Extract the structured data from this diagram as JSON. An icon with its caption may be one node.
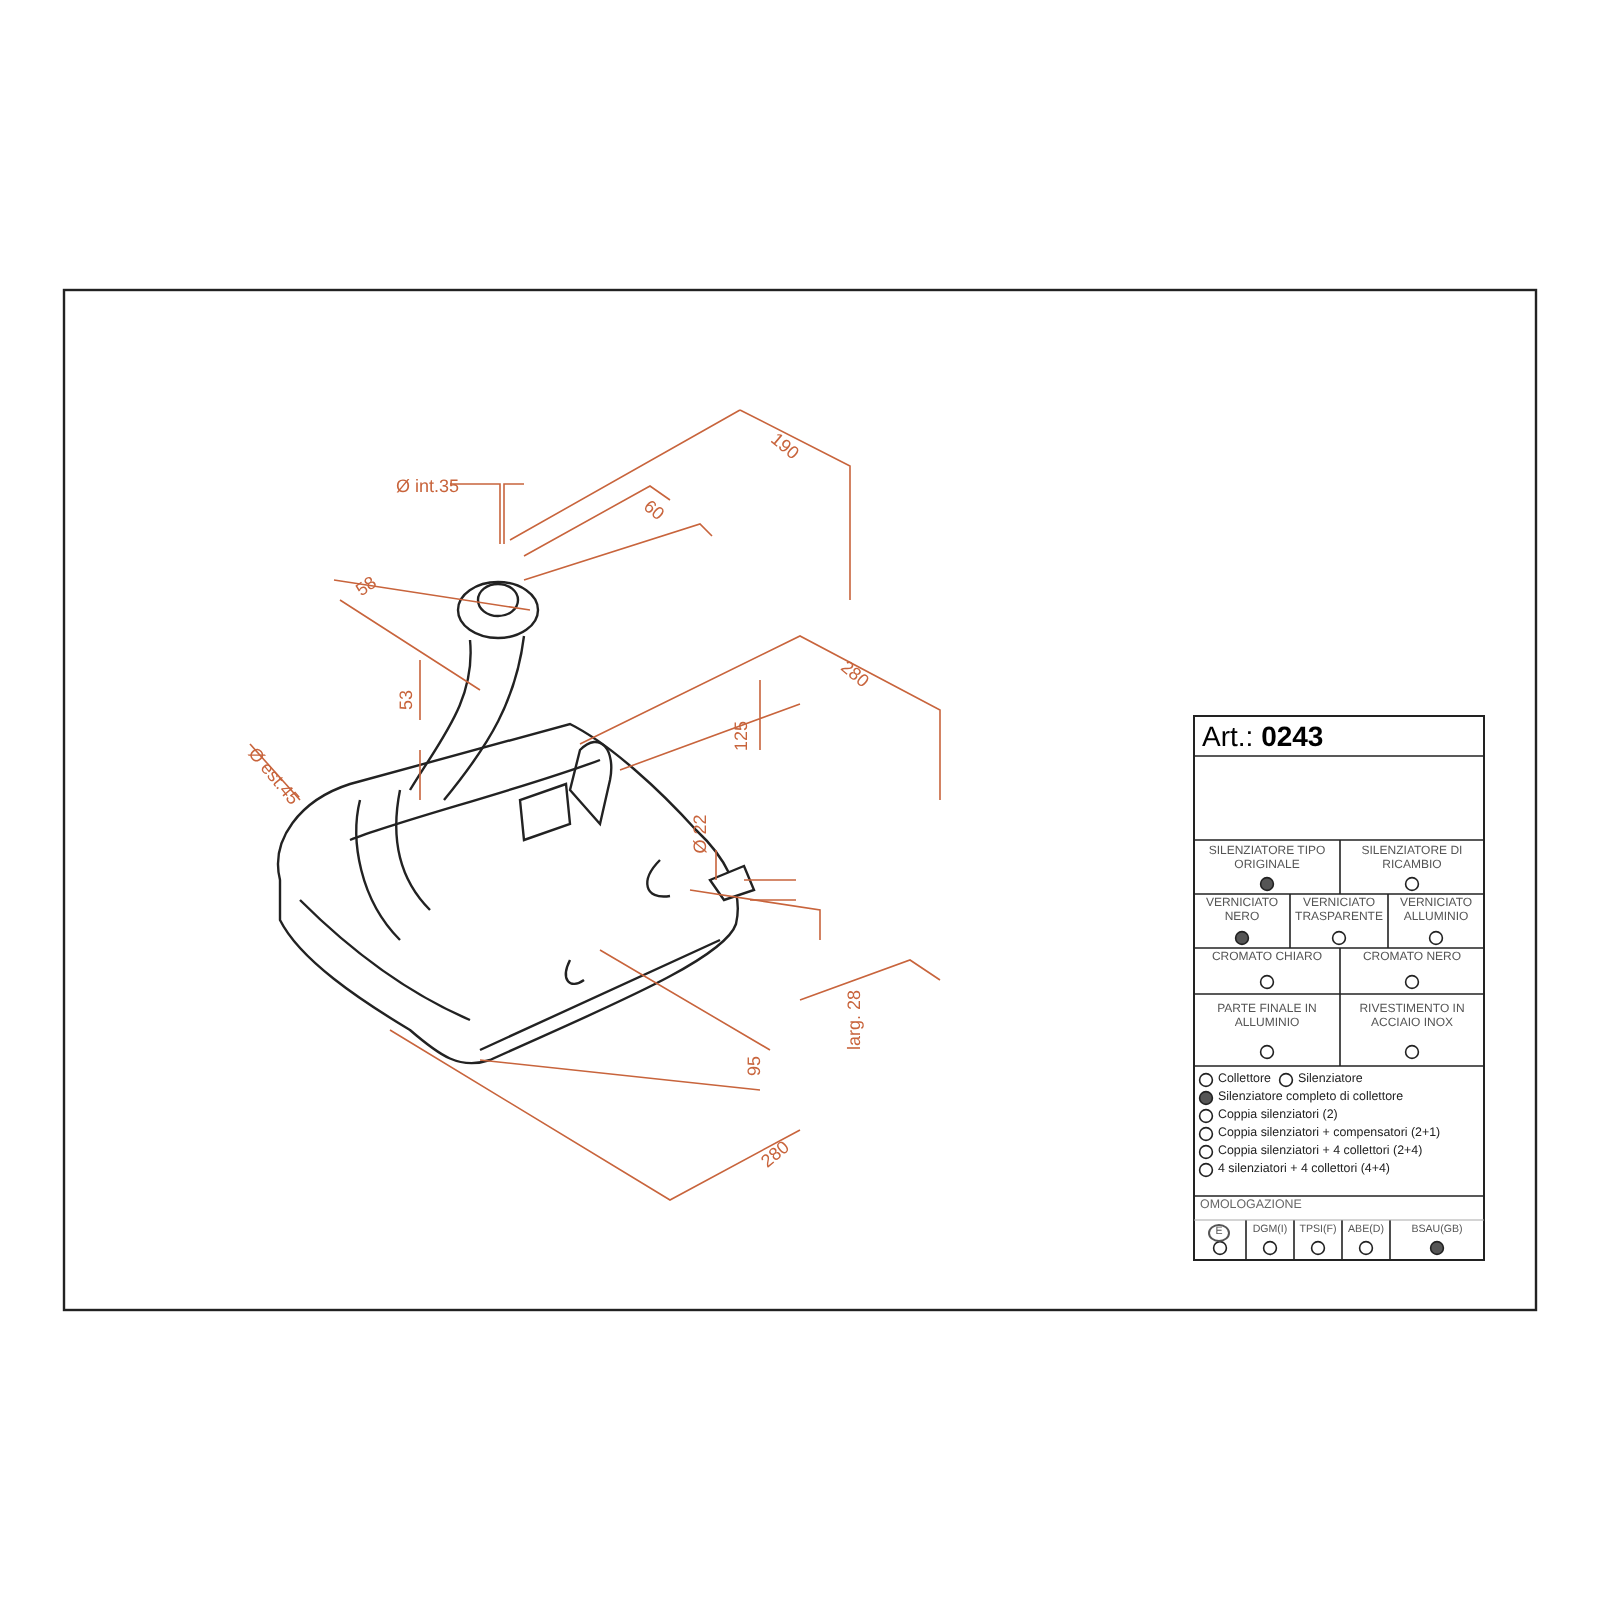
{
  "diagram": {
    "labels": [
      "Ø int.35",
      "190",
      "60",
      "58",
      "280",
      "53",
      "125",
      "Ø est.45",
      "Ø 22",
      "larg. 28",
      "95",
      "280",
      "Art.: **0243**",
      "SILENZIATORE TIPO ORIGINALE",
      "SILENZIATORE DI RICAMBIO",
      "VERNICIATO NERO",
      "VERNICIATO TRASPARENTE",
      "VERNICIATO ALLUMINIO",
      "CROMATO CHIARO",
      "CROMATO NERO",
      "PARTE FINALE IN ALLUMINIO",
      "RIVESTIMENTO IN ACCIAIO INOX",
      "Collettore",
      "Silenziatore",
      "Silenziatore completo di collettore",
      "Coppia silenziatori (2)",
      "Coppia silenziatori + compensatori (2+1)",
      "Coppia silenziatori + 4 collettori (2+4)",
      "4 silenziatori + 4 collettori (4+4)",
      "OMOLOGAZIONE",
      "E",
      "DGM(I)",
      "TPSI(F)",
      "ABE(D)",
      "BSAU(GB)"
    ]
  }
}
